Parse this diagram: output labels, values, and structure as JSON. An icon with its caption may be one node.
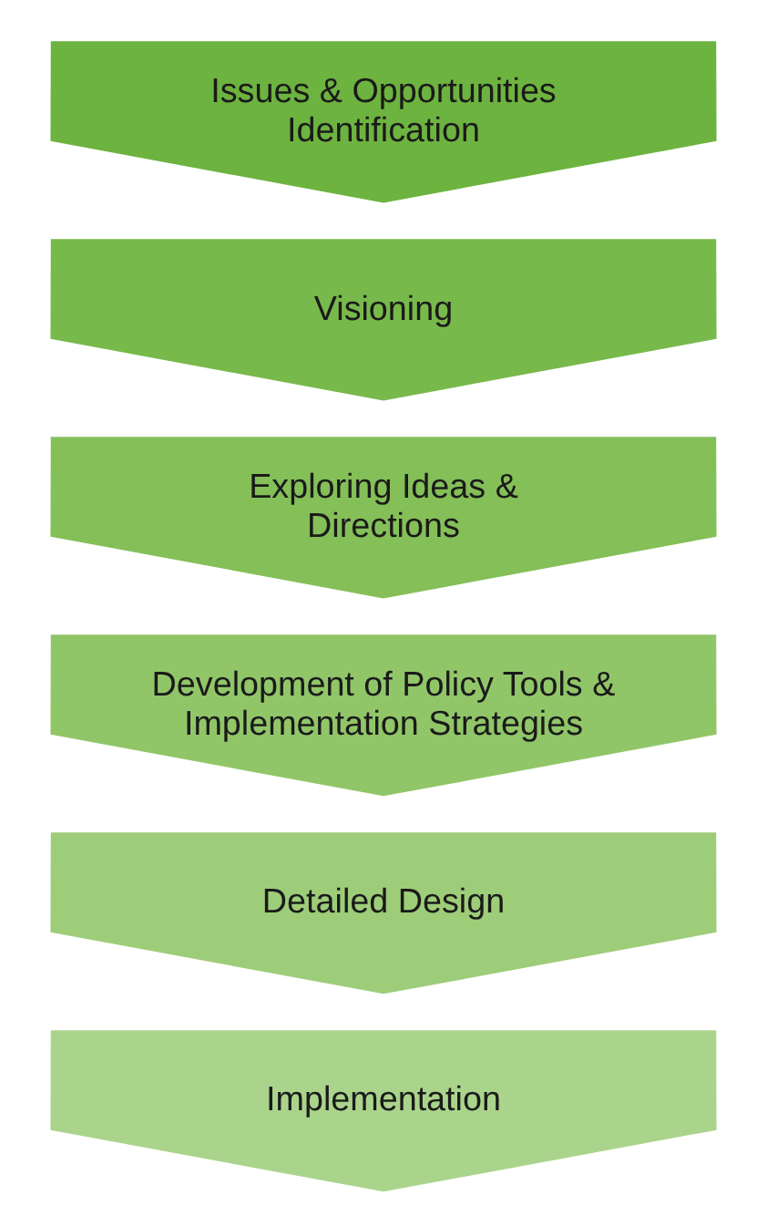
{
  "diagram": {
    "nodes": [
      {
        "text": [
          "Issues & Opportunities Identification"
        ]
      },
      {
        "text": [
          "Visioning"
        ]
      },
      {
        "text": [
          "Exploring Ideas & Directions"
        ]
      },
      {
        "text": [
          "Development of Policy Tools & Implementation Strategies"
        ]
      },
      {
        "text": [
          "Detailed Design"
        ]
      },
      {
        "text": [
          "Implementation"
        ]
      }
    ]
  }
}
